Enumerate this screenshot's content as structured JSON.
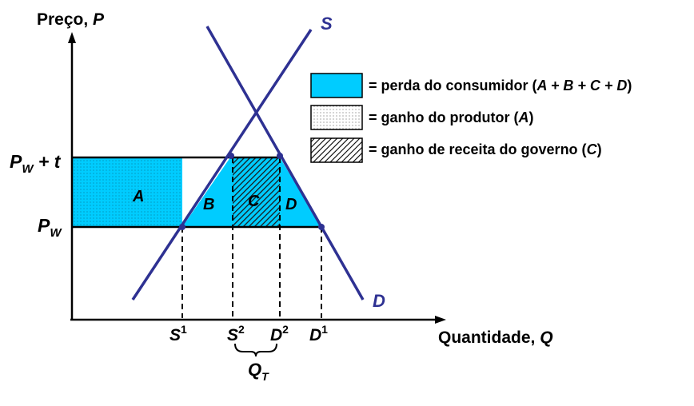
{
  "colors": {
    "curve": "#2e3192",
    "consumer_loss_fill": "#00ccff",
    "axis": "#000000",
    "point": "#2e3192"
  },
  "axes": {
    "y_label": "Preço, ",
    "y_var": "P",
    "x_label": "Quantidade, ",
    "x_var": "Q"
  },
  "curves": {
    "supply": "S",
    "demand": "D"
  },
  "price_levels": {
    "upper_main": "P",
    "upper_sub": "W",
    "upper_suffix": " + t",
    "lower_main": "P",
    "lower_sub": "W"
  },
  "quantities": [
    {
      "main": "S",
      "sup": "1"
    },
    {
      "main": "S",
      "sup": "2"
    },
    {
      "main": "D",
      "sup": "2"
    },
    {
      "main": "D",
      "sup": "1"
    }
  ],
  "tariff_quantity": {
    "main": "Q",
    "sub": "T"
  },
  "areas": {
    "a": "A",
    "b": "B",
    "c": "C",
    "d": "D"
  },
  "legend": [
    {
      "pattern": "solid-cyan",
      "text_prefix": "= perda do consumidor (",
      "text_formula": "A + B + C + D",
      "text_suffix": ")"
    },
    {
      "pattern": "dots",
      "text_prefix": "= ganho do produtor (",
      "text_formula": "A",
      "text_suffix": ")"
    },
    {
      "pattern": "hatch",
      "text_prefix": "= ganho de receita do governo (",
      "text_formula": "C",
      "text_suffix": ")"
    }
  ]
}
